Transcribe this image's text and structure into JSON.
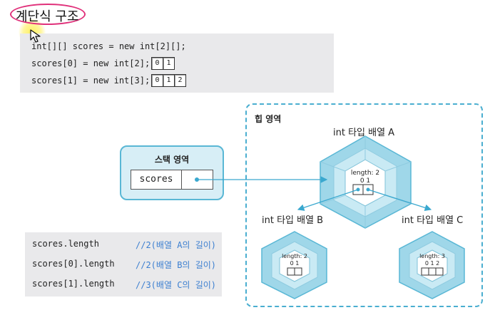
{
  "title": "계단식 구조",
  "code": {
    "lines": [
      "int[][] scores = new int[2][];",
      "scores[0] = new int[2];",
      "scores[1] = new int[3];"
    ],
    "row0_cells": [
      "0",
      "1"
    ],
    "row1_cells": [
      "0",
      "1",
      "2"
    ]
  },
  "stack": {
    "title": "스택 영역",
    "variable": "scores"
  },
  "heap": {
    "title": "힙 영역",
    "array_a": {
      "label": "int 타입 배열 A",
      "length_text": "length: 2",
      "indices": "0  1"
    },
    "array_b": {
      "label": "int 타입 배열 B",
      "length_text": "length: 2",
      "indices": "0  1"
    },
    "array_c": {
      "label": "int 타입 배열 C",
      "length_text": "length: 3",
      "indices": "0 1 2"
    }
  },
  "lengths": [
    {
      "expr": "scores.length",
      "comment": "//2(배열 A의 길이)"
    },
    {
      "expr": "scores[0].length",
      "comment": "//2(배열 B의 길이)"
    },
    {
      "expr": "scores[1].length",
      "comment": "//3(배열 C의 길이)"
    }
  ],
  "colors": {
    "accent": "#59b7d5",
    "highlight": "#e0307a",
    "comment": "#3c7fd0"
  }
}
